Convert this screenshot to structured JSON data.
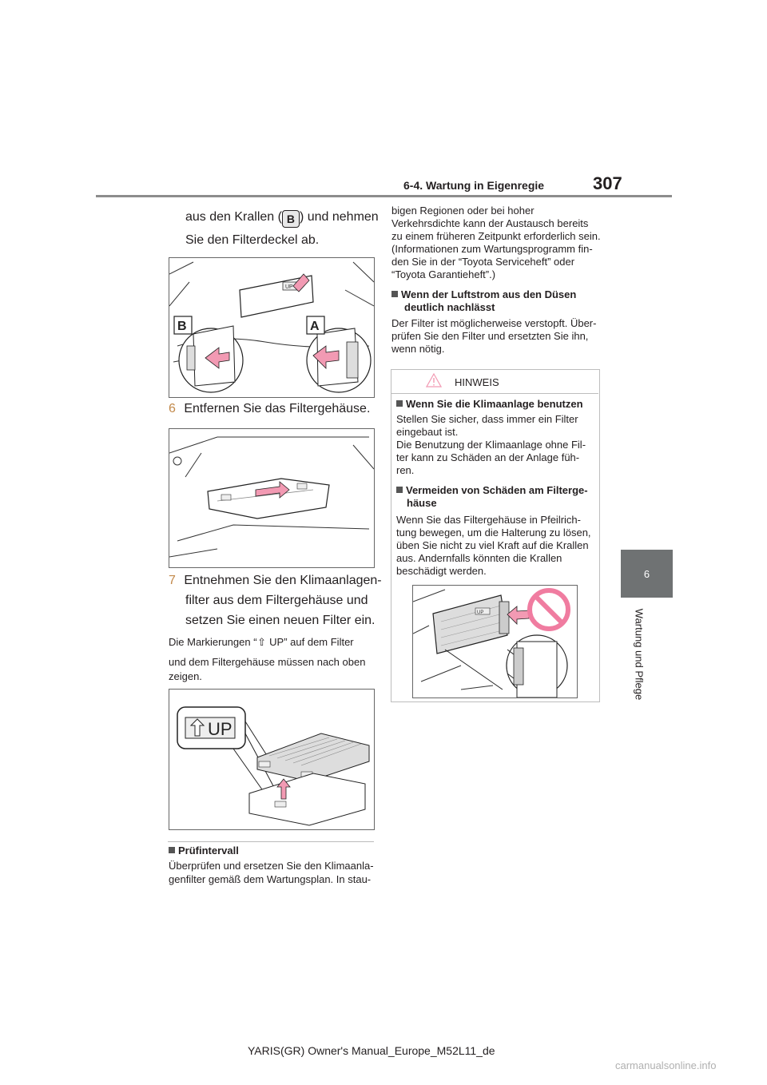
{
  "header": {
    "section": "6-4. Wartung in Eigenregie",
    "page_number": "307"
  },
  "tab": {
    "chapter": "6",
    "title": "Wartung und Pflege"
  },
  "left": {
    "intro_line1_pre": "aus den Krallen (",
    "claw_label": "B",
    "intro_line1_post": ") und nehmen",
    "intro_line2": "Sie den Filterdeckel ab.",
    "fig1_labels": {
      "b": "B",
      "a": "A",
      "up": "UP"
    },
    "step6_num": "6",
    "step6_text": "Entfernen Sie das Filtergehäuse.",
    "step7_num": "7",
    "step7_line1": "Entnehmen Sie den Klimaanlagen-",
    "step7_line2": "filter aus dem Filtergehäuse und",
    "step7_line3": "setzen Sie einen neuen Filter ein.",
    "note_line1_pre": "Die Markierungen “",
    "note_line1_post": " UP” auf dem Filter",
    "note_line2": "und dem Filtergehäuse müssen nach oben",
    "note_line3": "zeigen.",
    "fig3_label": "UP",
    "interval_heading": "Prüfintervall",
    "interval_line1": "Überprüfen und ersetzen Sie den Klimaanla-",
    "interval_line2": "genfilter gemäß dem Wartungsplan. In stau-"
  },
  "right": {
    "cont_line1": "bigen Regionen oder bei hoher",
    "cont_line2": "Verkehrsdichte kann der Austausch bereits",
    "cont_line3": "zu einem früheren Zeitpunkt erforderlich sein.",
    "cont_line4": "(Informationen zum Wartungsprogramm fin-",
    "cont_line5": "den Sie in der “Toyota Serviceheft” oder",
    "cont_line6": "“Toyota Garantieheft”.)",
    "airflow_heading1": "Wenn der Luftstrom aus den Düsen",
    "airflow_heading2": "deutlich nachlässt",
    "airflow_line1": "Der Filter ist möglicherweise verstopft. Über-",
    "airflow_line2": "prüfen Sie den Filter und ersetzten Sie ihn,",
    "airflow_line3": "wenn nötig.",
    "notice_title": "HINWEIS",
    "n1_heading": "Wenn Sie die Klimaanlage benutzen",
    "n1_line1": "Stellen Sie sicher, dass immer ein Filter",
    "n1_line2": "eingebaut ist.",
    "n1_line3": "Die Benutzung der Klimaanlage ohne Fil-",
    "n1_line4": "ter kann zu Schäden an der Anlage füh-",
    "n1_line5": "ren.",
    "n2_heading1": "Vermeiden von Schäden am Filterge-",
    "n2_heading2": "häuse",
    "n2_line1": "Wenn Sie das Filtergehäuse in Pfeilrich-",
    "n2_line2": "tung bewegen, um die Halterung zu lösen,",
    "n2_line3": "üben Sie nicht zu viel Kraft auf die Krallen",
    "n2_line4": "aus. Andernfalls könnten die Krallen",
    "n2_line5": "beschädigt werden.",
    "fig4_label": "UP"
  },
  "footer": {
    "text": "YARIS(GR) Owner's Manual_Europe_M52L11_de",
    "watermark": "carmanualsonline.info"
  },
  "colors": {
    "accent_step": "#c2894a",
    "arrow_pink": "#f29ab3",
    "tab_gray": "#6f7273",
    "prohibit_pink": "#f07ca0"
  }
}
